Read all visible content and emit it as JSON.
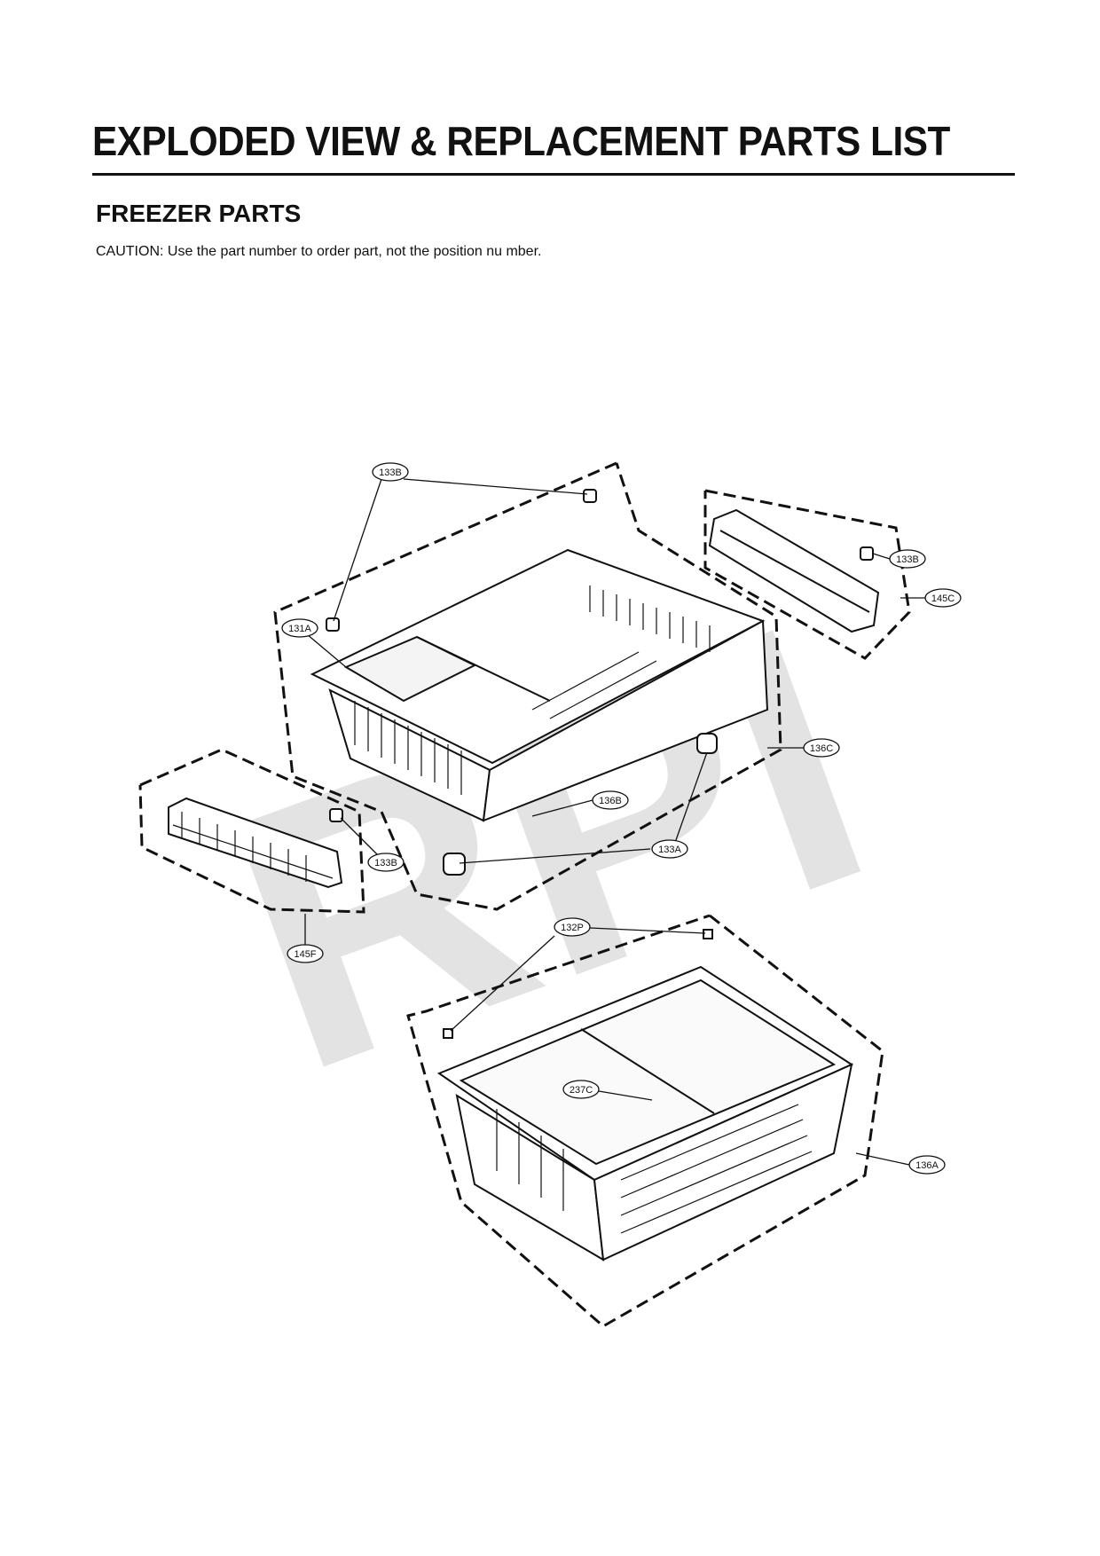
{
  "header": {
    "title": "EXPLODED VIEW & REPLACEMENT PARTS LIST",
    "section": "FREEZER PARTS",
    "caution": "CAUTION: Use the part number to order part, not the position nu  mber."
  },
  "watermark": "RPI",
  "callouts": {
    "c133b_top": "133B",
    "c133b_right": "133B",
    "c145c": "145C",
    "c131a": "131A",
    "c136c": "136C",
    "c136b": "136B",
    "c133b_left": "133B",
    "c133a": "133A",
    "c145f": "145F",
    "c132p": "132P",
    "c237c": "237C",
    "c136a": "136A"
  }
}
